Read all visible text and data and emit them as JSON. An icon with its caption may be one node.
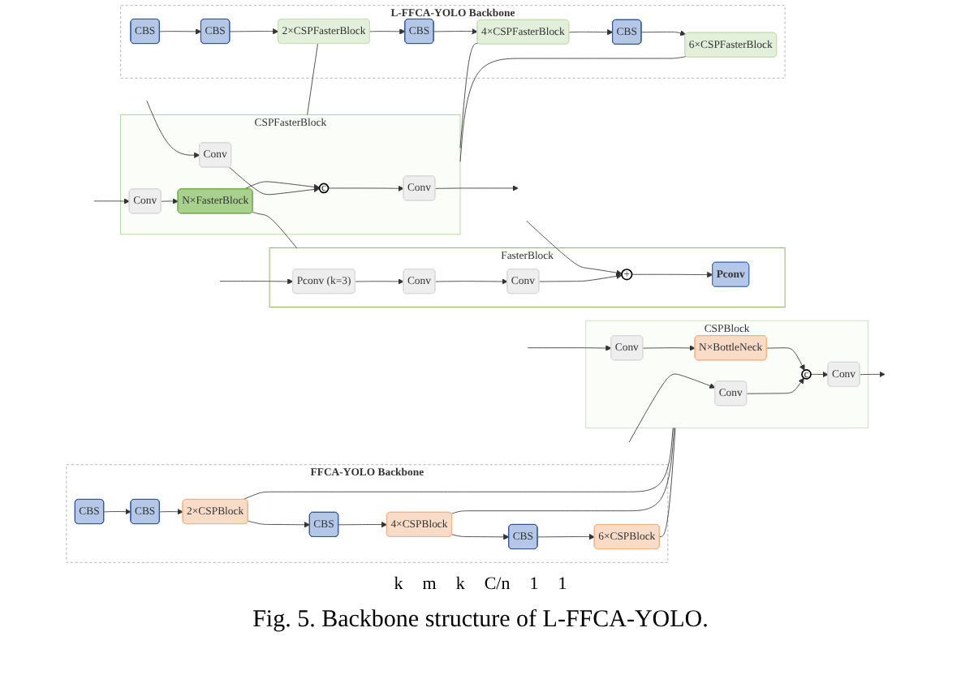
{
  "diagram": {
    "caption": "Fig. 5. Backbone structure of L-FFCA-YOLO.",
    "nodes": [
      {
        "text": [
          "FFCA-YOLO Backbone"
        ]
      },
      {
        "text": [
          "CBS"
        ],
        "in": 0
      },
      {
        "text": [
          "CBS"
        ],
        "in": 0
      },
      {
        "text": [
          "2×CSPBlock"
        ],
        "in": 0
      },
      {
        "text": [
          "CBS"
        ],
        "in": 0
      },
      {
        "text": [
          "4×CSPBlock"
        ],
        "in": 0
      },
      {
        "text": [
          "CBS"
        ],
        "in": 0
      },
      {
        "text": [
          "6×CSPBlock"
        ],
        "in": 0
      },
      {
        "text": [
          "CSPBlock"
        ]
      },
      {
        "text": [
          "Conv"
        ],
        "in": 8
      },
      {
        "text": [
          "Conv"
        ],
        "in": 8
      },
      {
        "text": [
          "N×BottleNeck"
        ],
        "in": 8
      },
      {
        "text": [
          "c"
        ],
        "in": 8
      },
      {
        "text": [
          "Conv"
        ],
        "in": 8
      },
      {
        "text": [
          "CSPFasterBlock"
        ]
      },
      {
        "text": [
          "Conv"
        ],
        "in": 14
      },
      {
        "text": [
          "Conv"
        ],
        "in": 14
      },
      {
        "text": [
          "N×FasterBlock"
        ],
        "in": 14
      },
      {
        "text": [
          "c"
        ],
        "in": 14
      },
      {
        "text": [
          "Conv"
        ],
        "in": 14
      },
      {
        "text": [
          "FasterBlock"
        ]
      },
      {
        "text": [
          "Pconv (k=3)"
        ],
        "in": 20
      },
      {
        "text": [
          "Conv"
        ],
        "in": 20
      },
      {
        "text": [
          "Conv"
        ],
        "in": 20
      },
      {
        "text": [
          "+"
        ],
        "in": 20
      },
      {
        "text": [
          "Pconv"
        ],
        "in": 20
      },
      {
        "text": [
          "L-FFCA-YOLO Backbone"
        ]
      },
      {
        "text": [
          "CBS"
        ],
        "in": 26
      },
      {
        "text": [
          "CBS"
        ],
        "in": 26
      },
      {
        "text": [
          "2×CSPFasterBlock"
        ],
        "in": 26
      },
      {
        "text": [
          "CBS"
        ],
        "in": 26
      },
      {
        "text": [
          "4×CSPFasterBlock"
        ],
        "in": 26
      },
      {
        "text": [
          "CBS"
        ],
        "in": 26
      },
      {
        "text": [
          "6×CSPFasterBlock"
        ],
        "in": 26
      }
    ],
    "edges": [
      {
        "from": 1,
        "to": 2,
        "arrow": "to"
      },
      {
        "from": 2,
        "to": 3,
        "arrow": "to"
      },
      {
        "from": 3,
        "to": 4,
        "arrow": "to"
      },
      {
        "from": 4,
        "to": 5,
        "arrow": "to"
      },
      {
        "from": 5,
        "to": 6,
        "arrow": "to"
      },
      {
        "from": 6,
        "to": 7,
        "arrow": "to"
      },
      {
        "from": 3,
        "to": 8,
        "arrow": "none"
      },
      {
        "from": 5,
        "to": 8,
        "arrow": "none"
      },
      {
        "from": 7,
        "to": 8,
        "arrow": "none"
      },
      {
        "from": null,
        "to": 10,
        "arrow": "to"
      },
      {
        "from": null,
        "to": 9,
        "arrow": "to"
      },
      {
        "from": 10,
        "to": 11,
        "arrow": "to"
      },
      {
        "from": 11,
        "to": 12,
        "arrow": "to"
      },
      {
        "from": 9,
        "to": 12,
        "arrow": "to"
      },
      {
        "from": 12,
        "to": 13,
        "arrow": "to"
      },
      {
        "from": 13,
        "to": null,
        "arrow": "to"
      },
      {
        "from": null,
        "to": 16,
        "arrow": "to"
      },
      {
        "from": null,
        "to": 15,
        "arrow": "to"
      },
      {
        "from": 16,
        "to": 17,
        "arrow": "to"
      },
      {
        "from": 17,
        "to": 18,
        "arrow": "to"
      },
      {
        "from": 15,
        "to": 18,
        "arrow": "to"
      },
      {
        "from": 18,
        "to": 19,
        "arrow": "to"
      },
      {
        "from": 19,
        "to": null,
        "arrow": "to"
      },
      {
        "from": 17,
        "to": 20,
        "arrow": "none"
      },
      {
        "from": null,
        "to": 21,
        "arrow": "to"
      },
      {
        "from": null,
        "to": 24,
        "arrow": "to"
      },
      {
        "from": 21,
        "to": 22,
        "arrow": "to"
      },
      {
        "from": 22,
        "to": 23,
        "arrow": "to"
      },
      {
        "from": 23,
        "to": 24,
        "arrow": "to"
      },
      {
        "from": 24,
        "to": 25,
        "arrow": "to"
      },
      {
        "from": 27,
        "to": 28,
        "arrow": "to"
      },
      {
        "from": 28,
        "to": 29,
        "arrow": "to"
      },
      {
        "from": 29,
        "to": 30,
        "arrow": "to"
      },
      {
        "from": 30,
        "to": 31,
        "arrow": "to"
      },
      {
        "from": 31,
        "to": 32,
        "arrow": "to"
      },
      {
        "from": 32,
        "to": 33,
        "arrow": "to"
      },
      {
        "from": 14,
        "to": 29,
        "arrow": "none"
      },
      {
        "from": 14,
        "to": 31,
        "arrow": "none"
      },
      {
        "from": 14,
        "to": 33,
        "arrow": "none"
      }
    ],
    "labels": [
      "k",
      "m",
      "k",
      "C/n",
      "1",
      "1"
    ]
  }
}
